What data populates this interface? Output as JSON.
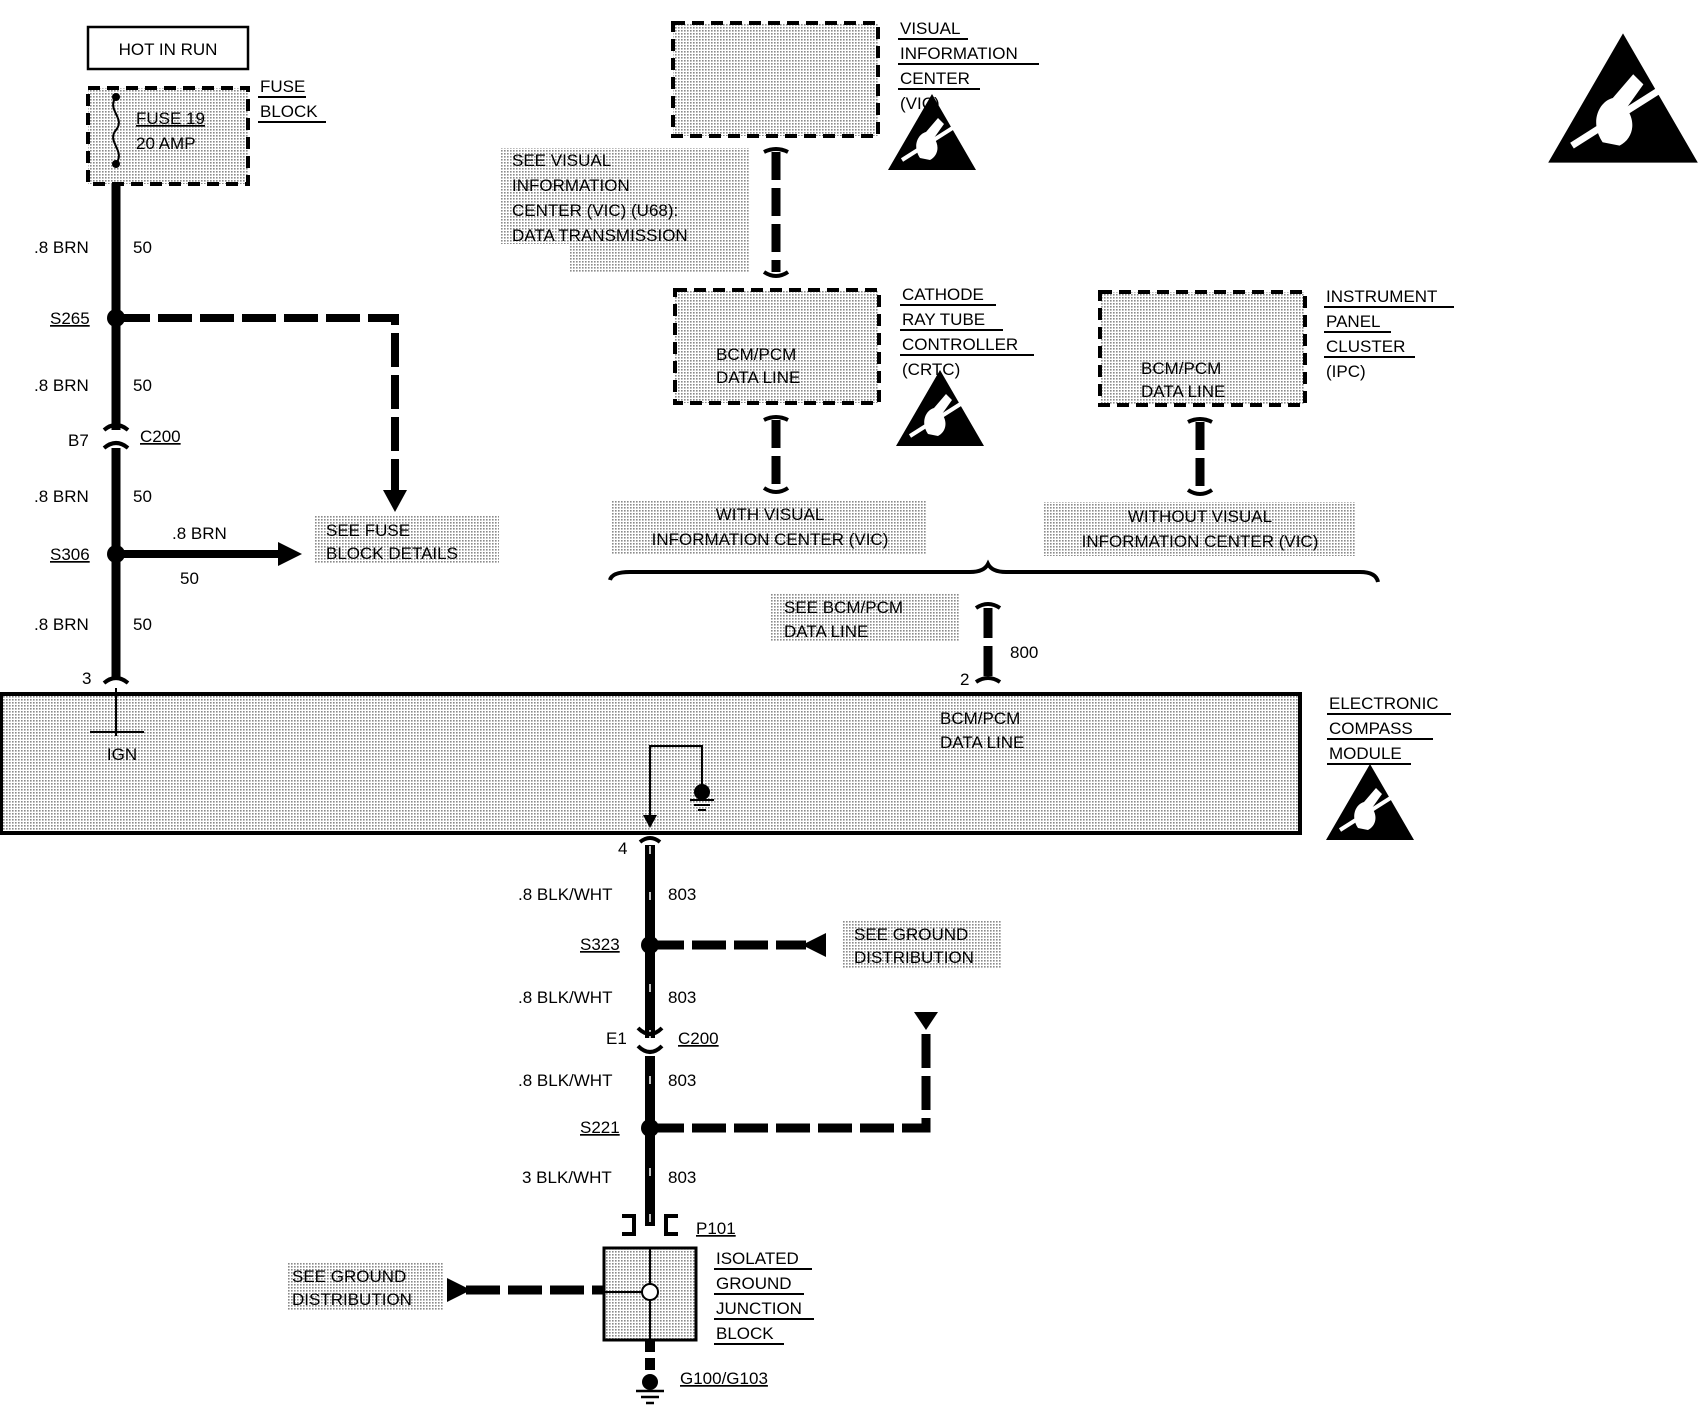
{
  "power": {
    "hot_in_run": "HOT IN RUN"
  },
  "fuse_block": {
    "title_line1": "FUSE",
    "title_line2": "BLOCK",
    "fuse_line1": "FUSE 19",
    "fuse_line2": "20 AMP"
  },
  "feed_circuit": {
    "seg1": {
      "wire": ".8 BRN",
      "circuit": "50"
    },
    "s265": "S265",
    "seg2": {
      "wire": ".8 BRN",
      "circuit": "50"
    },
    "connector": {
      "pin": "B7",
      "name": "C200"
    },
    "seg3": {
      "wire": ".8 BRN",
      "circuit": "50"
    },
    "s306": "S306",
    "branch": {
      "wire": ".8 BRN",
      "circuit": "50"
    },
    "seg4": {
      "wire": ".8 BRN",
      "circuit": "50"
    },
    "module_pin": "3"
  },
  "see_fuse_block": {
    "line1": "SEE FUSE",
    "line2": "BLOCK DETAILS"
  },
  "vic": {
    "line1": "VISUAL",
    "line2": "INFORMATION",
    "line3": "CENTER",
    "line4": "(VIC)"
  },
  "see_vic_note": {
    "line1": "SEE VISUAL",
    "line2": "INFORMATION",
    "line3": "CENTER (VIC) (U68):",
    "line4": "DATA TRANSMISSION"
  },
  "crtc": {
    "line1": "CATHODE",
    "line2": "RAY TUBE",
    "line3": "CONTROLLER",
    "line4": "(CRTC)",
    "box_line1": "BCM/PCM",
    "box_line2": "DATA LINE"
  },
  "ipc": {
    "line1": "INSTRUMENT",
    "line2": "PANEL",
    "line3": "CLUSTER",
    "line4": "(IPC)",
    "box_line1": "BCM/PCM",
    "box_line2": "DATA LINE"
  },
  "with_vic": {
    "line1": "WITH VISUAL",
    "line2": "INFORMATION CENTER (VIC)"
  },
  "without_vic": {
    "line1": "WITHOUT VISUAL",
    "line2": "INFORMATION CENTER (VIC)"
  },
  "see_data_line": {
    "line1": "SEE BCM/PCM",
    "line2": "DATA LINE"
  },
  "data_circuit": {
    "circuit": "800",
    "pin": "2"
  },
  "module": {
    "name_line1": "ELECTRONIC",
    "name_line2": "COMPASS",
    "name_line3": "MODULE",
    "ign": "IGN",
    "data_line1": "BCM/PCM",
    "data_line2": "DATA LINE"
  },
  "ground_circuit": {
    "pin": "4",
    "seg1": {
      "wire": ".8 BLK/WHT",
      "circuit": "803"
    },
    "s323": "S323",
    "seg2": {
      "wire": ".8 BLK/WHT",
      "circuit": "803"
    },
    "connector": {
      "pin": "E1",
      "name": "C200"
    },
    "seg3": {
      "wire": ".8 BLK/WHT",
      "circuit": "803"
    },
    "s221": "S221",
    "seg4": {
      "wire": "3 BLK/WHT",
      "circuit": "803"
    },
    "p101": "P101",
    "ground": "G100/G103"
  },
  "see_ground_1": {
    "line1": "SEE GROUND",
    "line2": "DISTRIBUTION"
  },
  "see_ground_2": {
    "line1": "SEE GROUND",
    "line2": "DISTRIBUTION"
  },
  "isolated_block": {
    "line1": "ISOLATED",
    "line2": "GROUND",
    "line3": "JUNCTION",
    "line4": "BLOCK"
  },
  "icons": [
    "esd-warning-icon",
    "ground-symbol-icon",
    "fuse-symbol-icon"
  ],
  "colors": {
    "wire": "#000000",
    "shade": "#c8c8c8",
    "background": "#ffffff"
  }
}
